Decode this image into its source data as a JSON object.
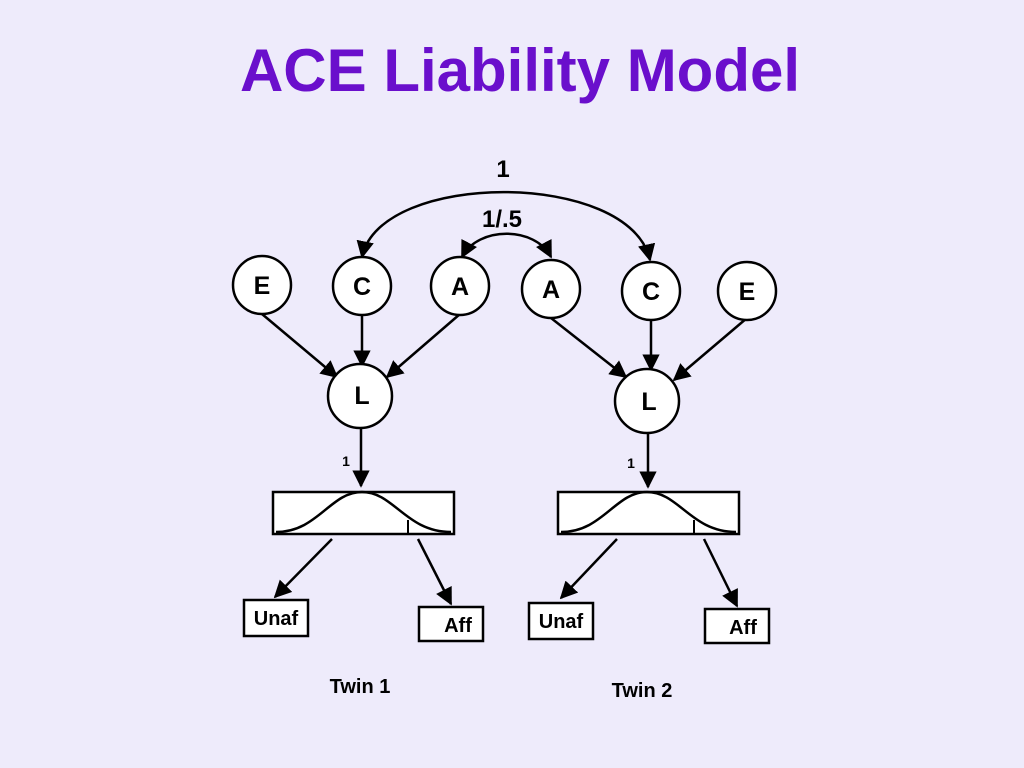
{
  "title": "ACE Liability Model",
  "colors": {
    "title": "#6a0fcc",
    "background": "#eeebfb",
    "line": "#000000"
  },
  "paths": {
    "c_covariance": "1",
    "a_covariance": "1/.5"
  },
  "twin1": {
    "e": "E",
    "c": "C",
    "a": "A",
    "l": "L",
    "loading": "1",
    "unaffected": "Unaf",
    "affected": "Aff",
    "label": "Twin 1"
  },
  "twin2": {
    "a": "A",
    "c": "C",
    "e": "E",
    "l": "L",
    "loading": "1",
    "unaffected": "Unaf",
    "affected": "Aff",
    "label": "Twin 2"
  }
}
